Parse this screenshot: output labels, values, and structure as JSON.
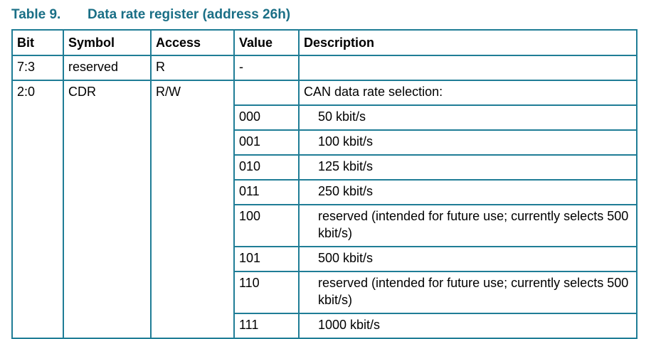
{
  "caption": {
    "number": "Table 9.",
    "title": "Data rate register (address 26h)"
  },
  "table": {
    "headers": [
      "Bit",
      "Symbol",
      "Access",
      "Value",
      "Description"
    ],
    "reserved_row": {
      "bit": "7:3",
      "symbol": "reserved",
      "access": "R",
      "value": "-",
      "description": ""
    },
    "cdr_row": {
      "bit": "2:0",
      "symbol": "CDR",
      "access": "R/W",
      "value": "",
      "description": "CAN data rate selection:"
    },
    "options": [
      {
        "value": "000",
        "description": "50 kbit/s"
      },
      {
        "value": "001",
        "description": "100 kbit/s"
      },
      {
        "value": "010",
        "description": "125 kbit/s"
      },
      {
        "value": "011",
        "description": "250 kbit/s"
      },
      {
        "value": "100",
        "description": "reserved (intended for future use; currently selects 500 kbit/s)"
      },
      {
        "value": "101",
        "description": "500 kbit/s"
      },
      {
        "value": "110",
        "description": "reserved (intended for future use; currently selects 500 kbit/s)"
      },
      {
        "value": "111",
        "description": "1000 kbit/s"
      }
    ]
  },
  "colors": {
    "accent": "#1a6f86",
    "border": "#1f7d96"
  }
}
